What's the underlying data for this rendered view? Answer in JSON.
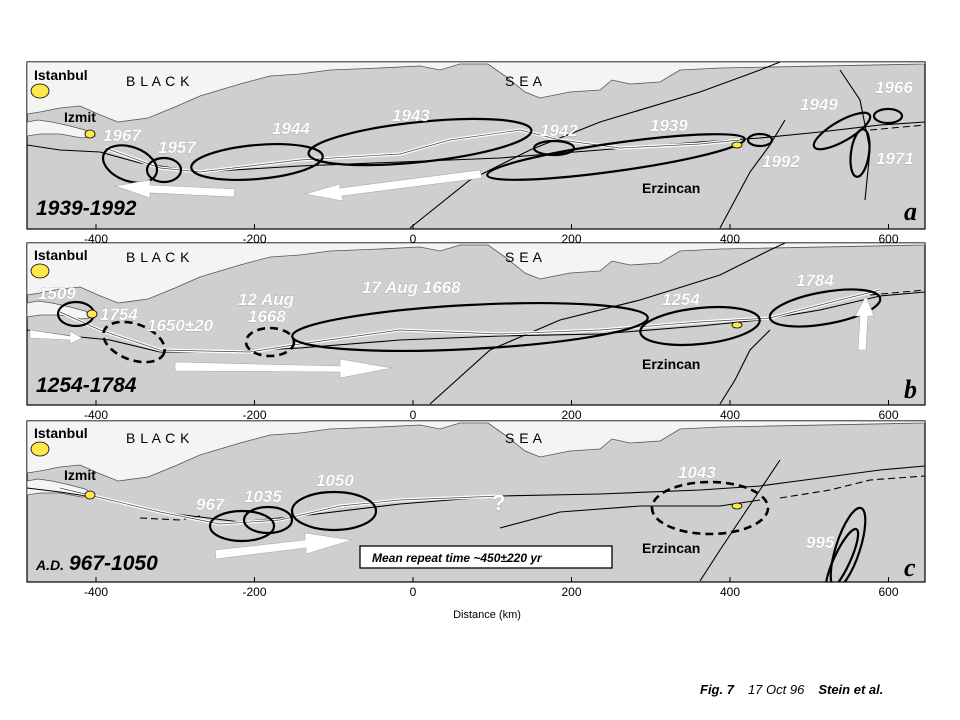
{
  "map": {
    "places": {
      "istanbul": "Istanbul",
      "izmit": "Izmit",
      "erzincan": "Erzincan",
      "black": "B L A C K",
      "sea": "S E A"
    },
    "axis": {
      "ticks": [
        "-400",
        "-200",
        "0",
        "200",
        "400",
        "600"
      ],
      "xlabel": "Distance (km)"
    },
    "panels": [
      {
        "letter": "a",
        "range": "1939-1992",
        "events": [
          "1967",
          "1957",
          "1944",
          "1943",
          "1942",
          "1939",
          "1992",
          "1949",
          "1966",
          "1971"
        ]
      },
      {
        "letter": "b",
        "range": "1254-1784",
        "events": [
          "1509",
          "1754",
          "1650±20",
          "12 Aug",
          "1668",
          "17 Aug 1668",
          "1254",
          "1784"
        ]
      },
      {
        "letter": "c",
        "range_prefix": "A.D.",
        "range": "967-1050",
        "events": [
          "967",
          "1035",
          "1050",
          "1043",
          "995"
        ],
        "question": "?",
        "legend": "Mean repeat time ~450±220 yr"
      }
    ],
    "caption": {
      "fig": "Fig. 7",
      "date": "17 Oct 96",
      "authors": "Stein et al."
    }
  }
}
